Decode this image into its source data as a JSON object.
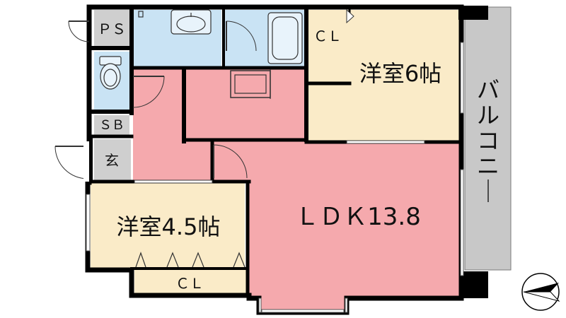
{
  "rooms": {
    "ps": "ＰＳ",
    "cl_top": "ＣＬ",
    "western_6": "洋室6帖",
    "balcony": "バルコニー",
    "sb": "ＳＢ",
    "entrance": "玄",
    "western_45": "洋室4.5帖",
    "ldk": "ＬＤＫ13.8",
    "cl_bottom": "ＣＬ"
  },
  "colors": {
    "wall": "#000000",
    "pink": "#f5a9ad",
    "beige": "#faebc8",
    "blue": "#c9e3f4",
    "gray": "#cfcfcf",
    "balcony": "#c8c8c8"
  },
  "icons": [
    "sink-icon",
    "toilet-icon",
    "bathtub-icon",
    "kitchen-counter-icon",
    "north-arrow-icon"
  ]
}
